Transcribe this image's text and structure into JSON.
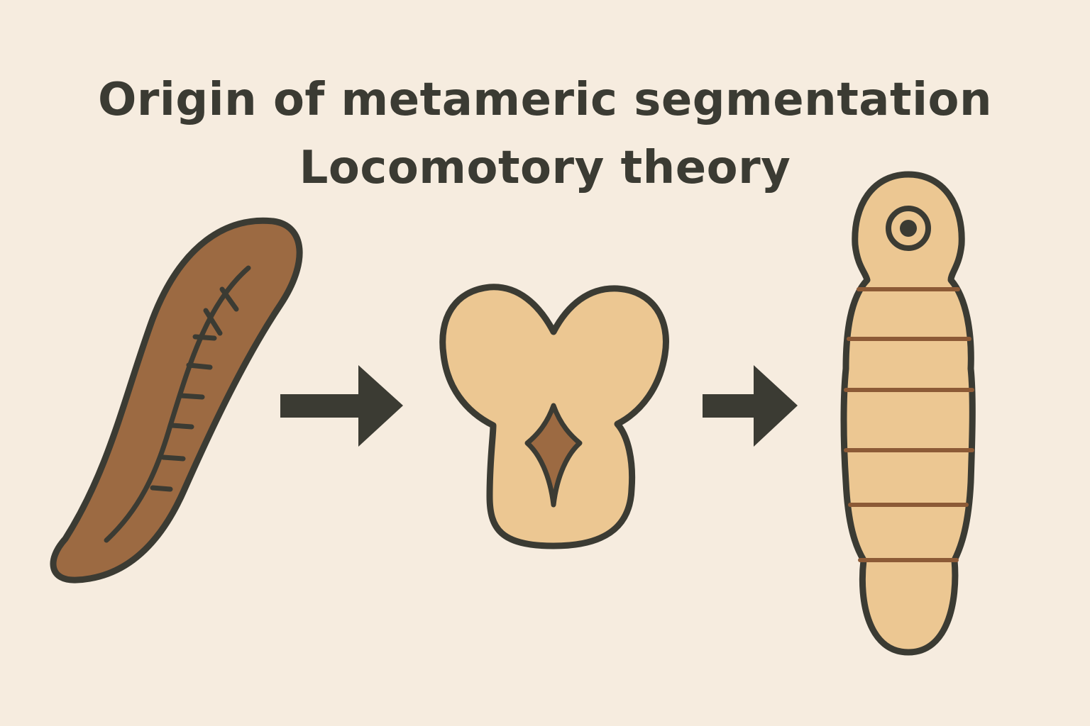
{
  "title": {
    "line1": "Origin of metameric segmentation",
    "line2": "Locomotory theory"
  },
  "colors": {
    "background": "#f6ecdf",
    "outline": "#3b3b33",
    "worm_dark": "#9c6a42",
    "body_light": "#ecc792",
    "segment_line": "#8c5a36",
    "arrow": "#3b3b33"
  },
  "stages": [
    {
      "id": "unsegmented-worm"
    },
    {
      "id": "body-cross-section"
    },
    {
      "id": "segmented-worm"
    }
  ]
}
